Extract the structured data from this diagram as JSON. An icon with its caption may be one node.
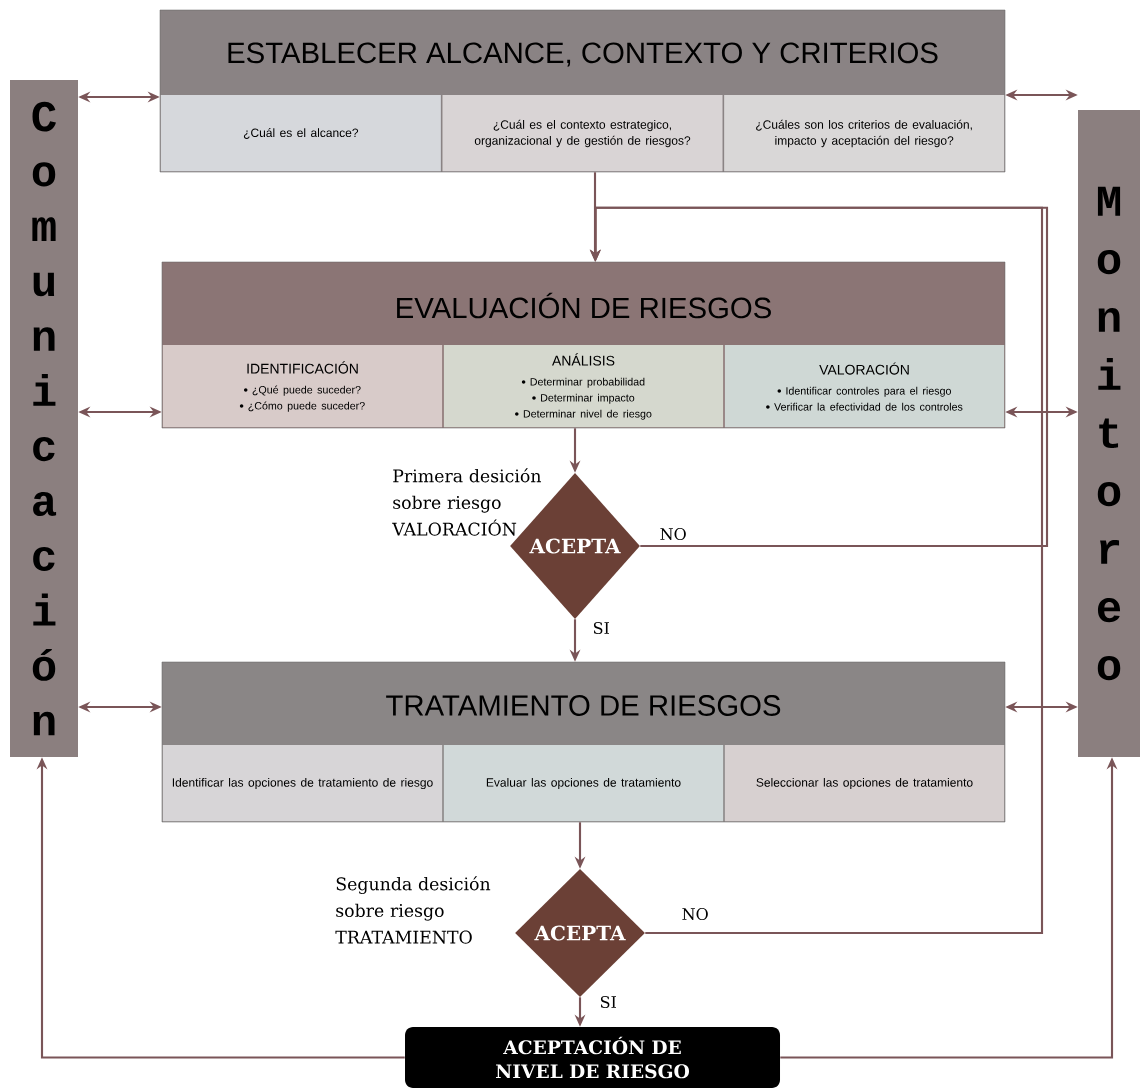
{
  "diagram": {
    "nodes": [
      {
        "text": [
          "ESTABLECER ALCANCE, CONTEXTO Y CRITERIOS"
        ]
      },
      {
        "text": [
          "¿Cuál es el alcance?"
        ],
        "in": 0
      },
      {
        "text": [
          "¿Cuál es el contexto estrategico, organizacional y de gestión de riesgos?"
        ],
        "in": 0
      },
      {
        "text": [
          "¿Cuáles son los criterios de evaluación, impacto y aceptación del riesgo?"
        ],
        "in": 0
      },
      {
        "text": [
          "EVALUACIÓN DE RIESGOS"
        ]
      },
      {
        "text": [
          "IDENTIFICACIÓN",
          "¿Qué puede suceder?",
          "¿Cómo puede suceder?"
        ],
        "in": 4
      },
      {
        "text": [
          "ANÁLISIS",
          "Determinar probabilidad",
          "Determinar impacto",
          "Determinar nivel de riesgo"
        ],
        "in": 4
      },
      {
        "text": [
          "VALORACIÓN",
          "Identificar controles para el riesgo",
          "Verificar la efectividad de los controles"
        ],
        "in": 4
      },
      {
        "text": [
          "ACEPTA"
        ],
        "beside": [
          "Primera desición sobre riesgo VALORACIÓN"
        ]
      },
      {
        "text": [
          "TRATAMIENTO DE RIESGOS"
        ]
      },
      {
        "text": [
          "Identificar las opciones de tratamiento de riesgo"
        ],
        "in": 9
      },
      {
        "text": [
          "Evaluar las opciones de tratamiento"
        ],
        "in": 9
      },
      {
        "text": [
          "Seleccionar las opciones de tratamiento"
        ],
        "in": 9
      },
      {
        "text": [
          "ACEPTA"
        ],
        "beside": [
          "Segunda desición sobre riesgo TRATAMIENTO"
        ]
      },
      {
        "text": [
          "ACEPTACIÓN DE NIVEL DE RIESGO"
        ]
      },
      {
        "text": [
          "Comunicación"
        ]
      },
      {
        "text": [
          "Monitoreo"
        ]
      }
    ],
    "edges": [
      {
        "from": 15,
        "to": 0,
        "arrow": "both"
      },
      {
        "from": 0,
        "to": 16,
        "arrow": "both"
      },
      {
        "from": 15,
        "to": 4,
        "arrow": "both"
      },
      {
        "from": 4,
        "to": 16,
        "arrow": "both"
      },
      {
        "from": 15,
        "to": 9,
        "arrow": "both"
      },
      {
        "from": 9,
        "to": 16,
        "arrow": "both"
      },
      {
        "from": 0,
        "to": 4,
        "arrow": "to"
      },
      {
        "from": 4,
        "to": 8,
        "arrow": "to"
      },
      {
        "from": 8,
        "to": 9,
        "arrow": "to",
        "label": "SI"
      },
      {
        "from": 8,
        "to": 4,
        "arrow": "to",
        "label": "NO"
      },
      {
        "from": 9,
        "to": 13,
        "arrow": "to"
      },
      {
        "from": 13,
        "to": 14,
        "arrow": "to",
        "label": "SI"
      },
      {
        "from": 13,
        "to": 4,
        "arrow": "to",
        "label": "NO"
      },
      {
        "from": 14,
        "to": 15,
        "arrow": "to"
      },
      {
        "from": 14,
        "to": 16,
        "arrow": "to"
      }
    ]
  }
}
